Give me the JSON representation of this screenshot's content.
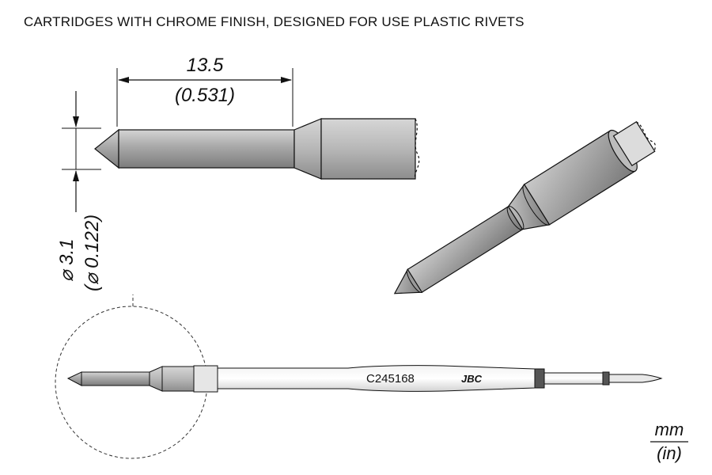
{
  "header": {
    "title": "CARTRIDGES WITH CHROME FINISH, DESIGNED FOR USE PLASTIC RIVETS"
  },
  "dimensions": {
    "length_mm": "13.5",
    "length_in": "(0.531)",
    "diameter_mm": "3.1",
    "diameter_in": "0.122"
  },
  "cartridge": {
    "model_code": "C245168",
    "brand": "JBC"
  },
  "units": {
    "primary": "mm",
    "secondary": "(in)"
  },
  "colors": {
    "tip_fill": "#a9a9a9",
    "shaft_fill": "#c6c6c6",
    "outline": "#111111",
    "band_dark": "#555555"
  }
}
